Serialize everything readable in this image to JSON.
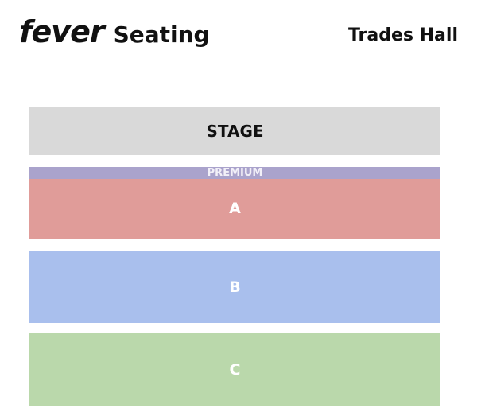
{
  "header": {
    "logo": "fever",
    "title": "Seating",
    "venue": "Trades Hall"
  },
  "zones": [
    {
      "label": "STAGE",
      "color": "#d9d9d9",
      "text_color": "#111111"
    },
    {
      "label": "PREMIUM",
      "color": "#aaa3cc",
      "text_color": "#f2f0f8"
    },
    {
      "label": "A",
      "color": "#e09c99",
      "text_color": "#ffffff"
    },
    {
      "label": "B",
      "color": "#a9bfed",
      "text_color": "#ffffff"
    },
    {
      "label": "C",
      "color": "#bad8ab",
      "text_color": "#ffffff"
    }
  ]
}
